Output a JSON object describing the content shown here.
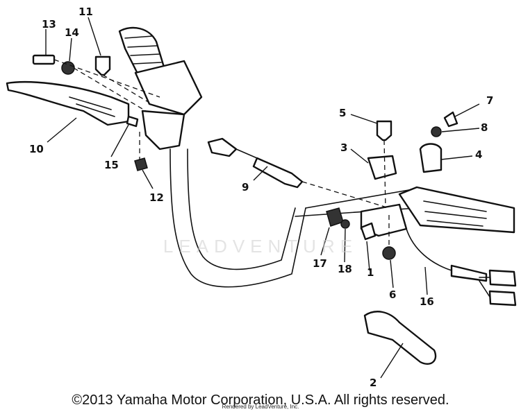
{
  "diagram": {
    "callouts": [
      "1",
      "2",
      "3",
      "4",
      "5",
      "6",
      "7",
      "8",
      "9",
      "10",
      "11",
      "12",
      "13",
      "14",
      "15",
      "16",
      "17",
      "18"
    ],
    "watermark": "LEADVENTURE",
    "footer": {
      "copyright": "©2013 Yamaha Motor Corporation, U.S.A. All rights reserved.",
      "rendered_by": "Rendered by LeadVenture, Inc."
    }
  }
}
